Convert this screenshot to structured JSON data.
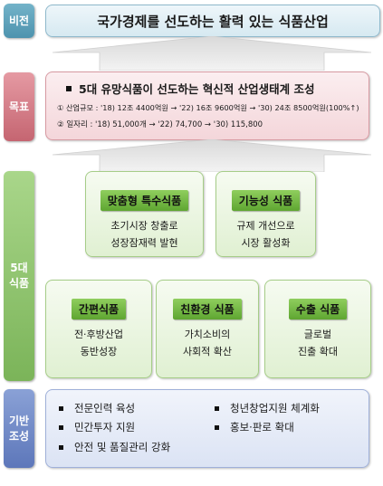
{
  "side_labels": {
    "vision": "비전",
    "goal": "목표",
    "five_line1": "5대",
    "five_line2": "식품",
    "base_line1": "기반",
    "base_line2": "조성"
  },
  "vision": "국가경제를 선도하는 활력 있는 식품산업",
  "goal": {
    "title": "5대 유망식품이 선도하는 혁신적 산업생태계 조성",
    "line1": "① 산업규모 : '18) 12조 4400억원 → '22) 16조 9600억원 → '30) 24조 8500억원(100%↑)",
    "line2": "② 일자리 : '18) 51,000개 → '22) 74,700 → '30) 115,800"
  },
  "categories": [
    {
      "label": "맞춤형 특수식품",
      "desc1": "초기시장 창출로",
      "desc2": "성장잠재력 발현"
    },
    {
      "label": "기능성 식품",
      "desc1": "규제 개선으로",
      "desc2": "시장 활성화"
    },
    {
      "label": "간편식품",
      "desc1": "전·후방산업",
      "desc2": "동반성장"
    },
    {
      "label": "친환경 식품",
      "desc1": "가치소비의",
      "desc2": "사회적 확산"
    },
    {
      "label": "수출 식품",
      "desc1": "글로벌",
      "desc2": "진출 확대"
    }
  ],
  "base": [
    "전문인력 육성",
    "청년창업지원 체계화",
    "민간투자 지원",
    "홍보·판로 확대",
    "안전 및 품질관리 강화"
  ],
  "colors": {
    "vision_side": "#5e9fb8",
    "goal_side": "#d27782",
    "five_side": "#8cc36b",
    "base_side": "#6e86c4",
    "category_label": "#72b843",
    "arrow": "#e4e4e4"
  }
}
